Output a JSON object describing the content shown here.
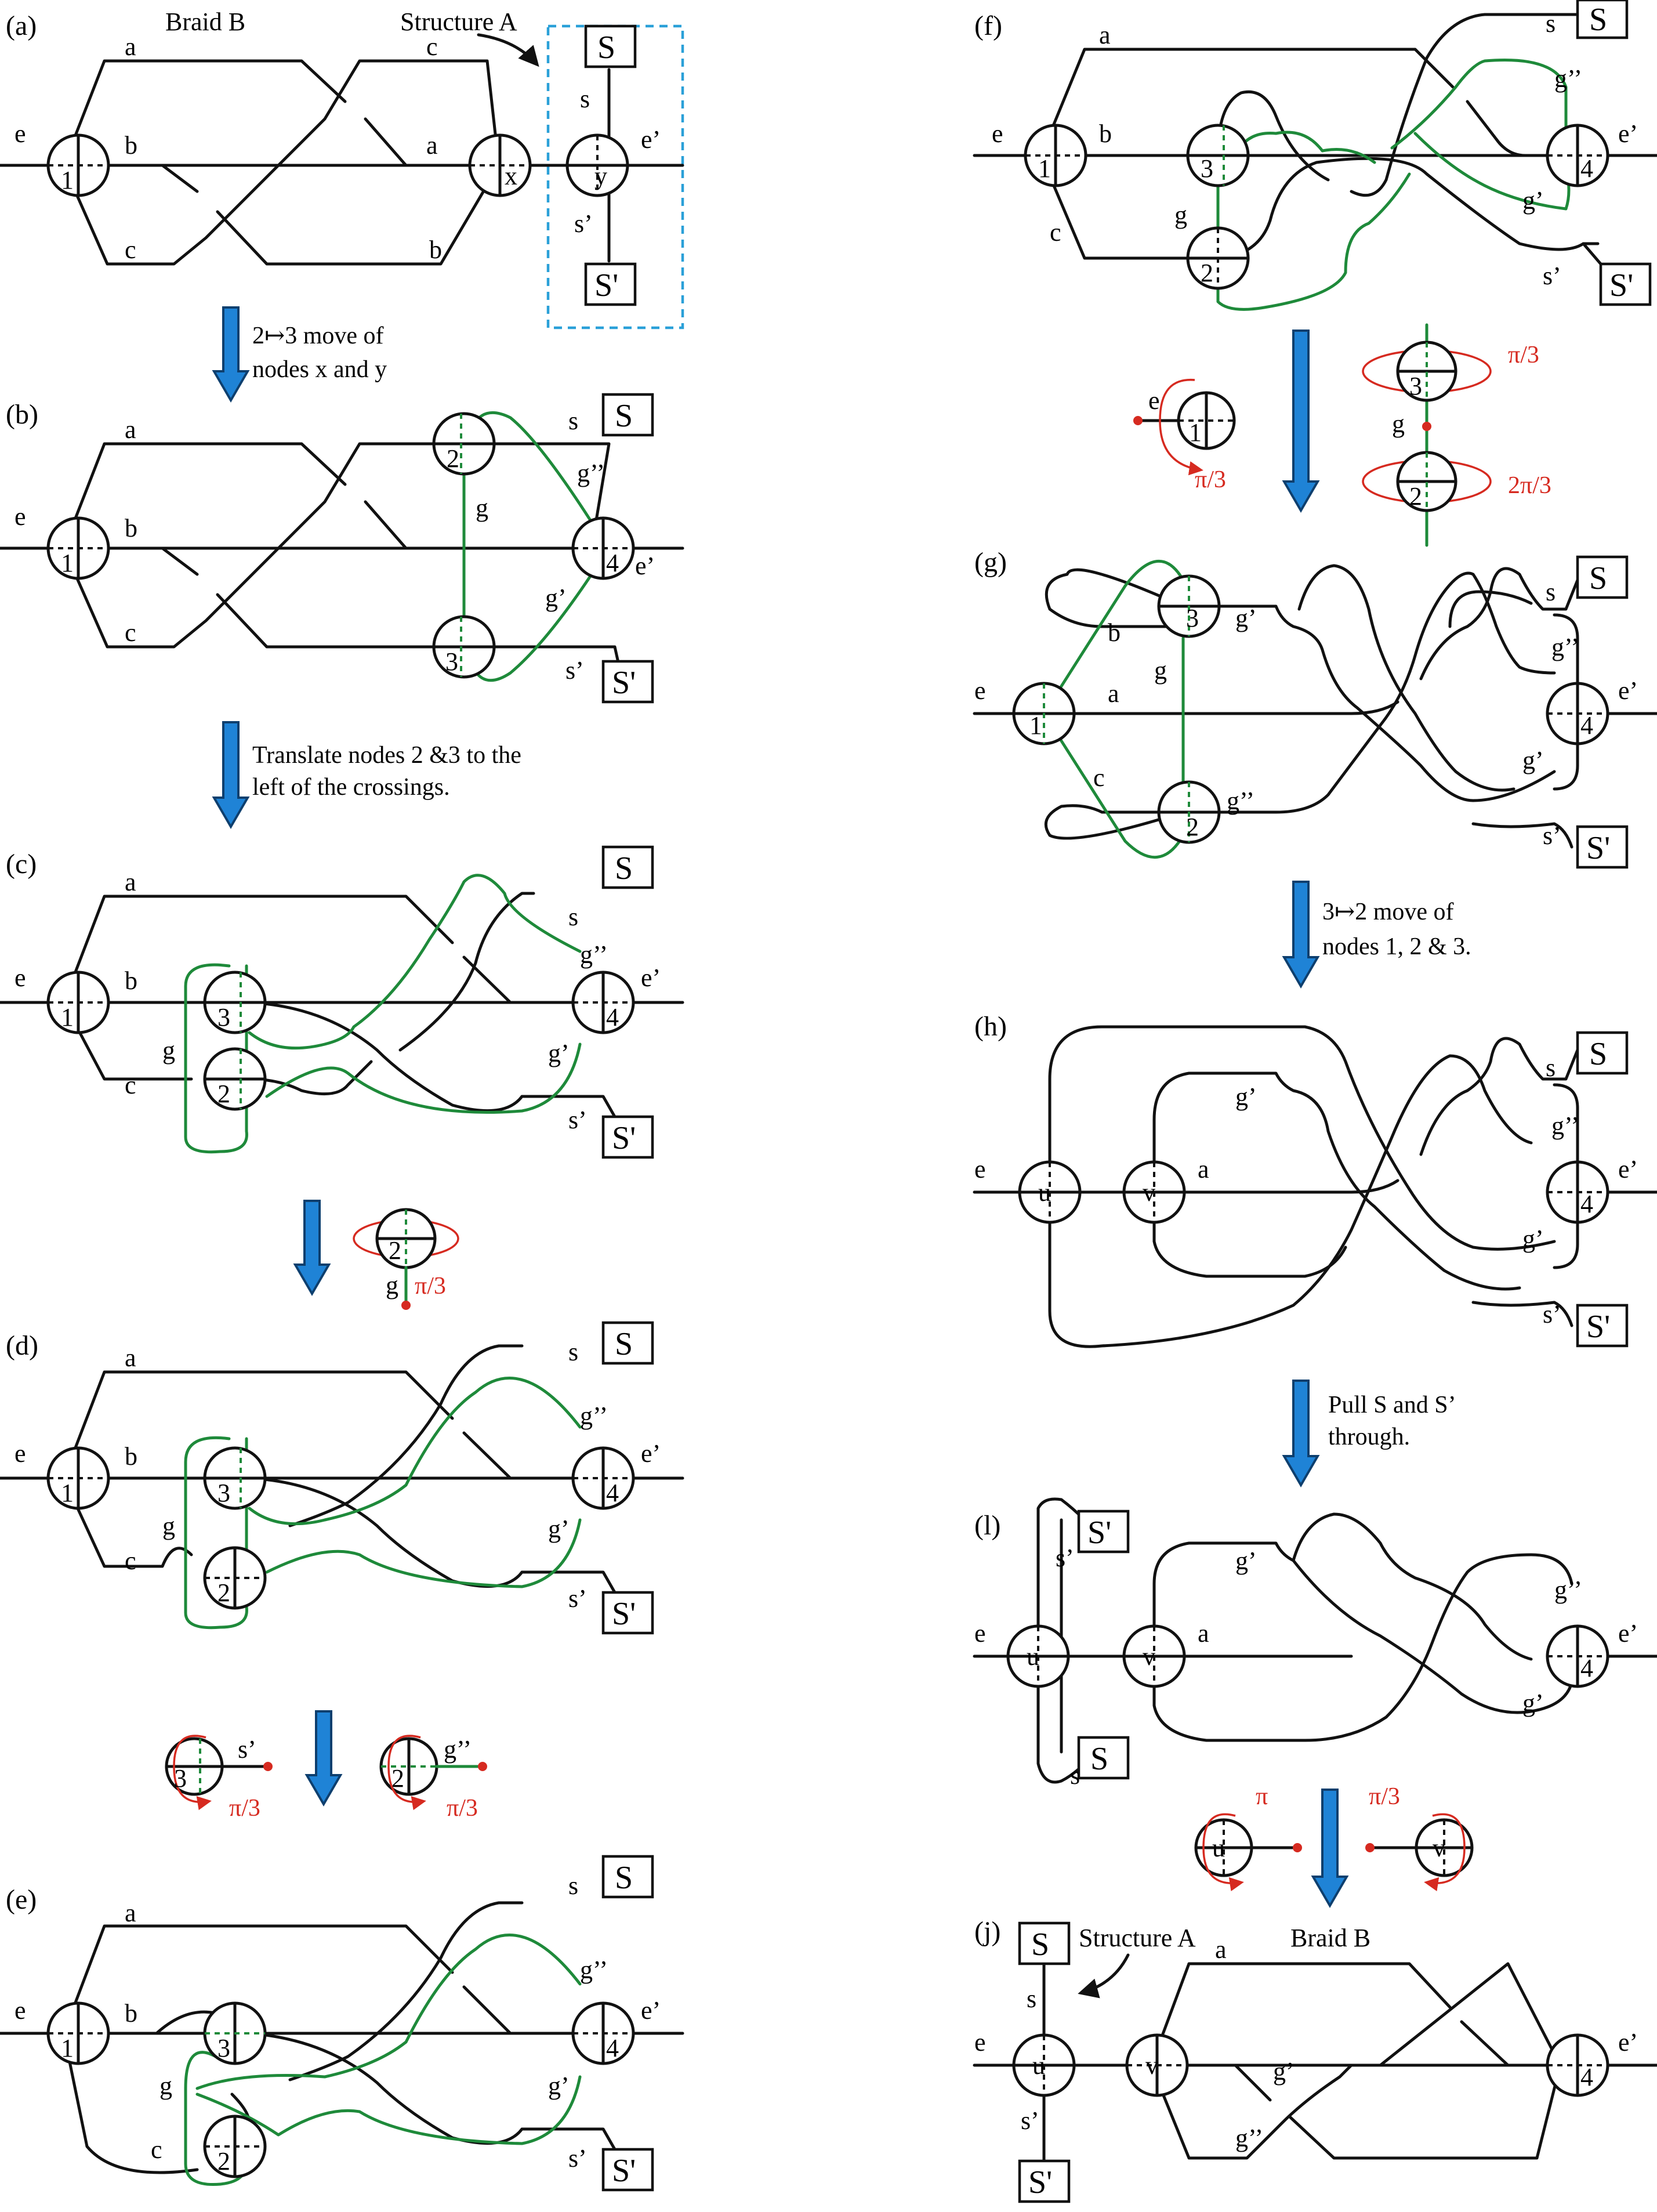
{
  "panels": [
    "(a)",
    "(b)",
    "(c)",
    "(d)",
    "(e)",
    "(f)",
    "(g)",
    "(h)",
    "(l)",
    "(j)"
  ],
  "labels": {
    "braid_b": "Braid B",
    "structure_a": "Structure A",
    "e": "e",
    "e_prime": "e’",
    "a": "a",
    "b": "b",
    "c": "c",
    "s": "s",
    "s_prime": "s’",
    "S": "S",
    "S_prime": "S'",
    "g": "g",
    "g_prime": "g’",
    "g_dprime": "g’’",
    "x": "x",
    "y": "y",
    "n1": "1",
    "n2": "2",
    "n3": "3",
    "n4": "4",
    "u": "u",
    "v": "v"
  },
  "captions": {
    "ab_1": "2↦3 move of",
    "ab_2": "nodes x and y",
    "bc_1": "Translate nodes 2 &3 to the",
    "bc_2": "left of the crossings.",
    "gh_1": "3↦2 move of",
    "gh_2": "nodes 1, 2 & 3.",
    "hl_1": "Pull S and S’",
    "hl_2": "through."
  },
  "rotations": {
    "pi_3": "π/3",
    "two_pi_3": "2π/3",
    "pi": "π"
  },
  "colors": {
    "strand": "#111111",
    "green": "#1e8a3a",
    "red": "#d62a20",
    "arrow": "#1f83d6",
    "box_dashed": "#2aa0d8"
  }
}
